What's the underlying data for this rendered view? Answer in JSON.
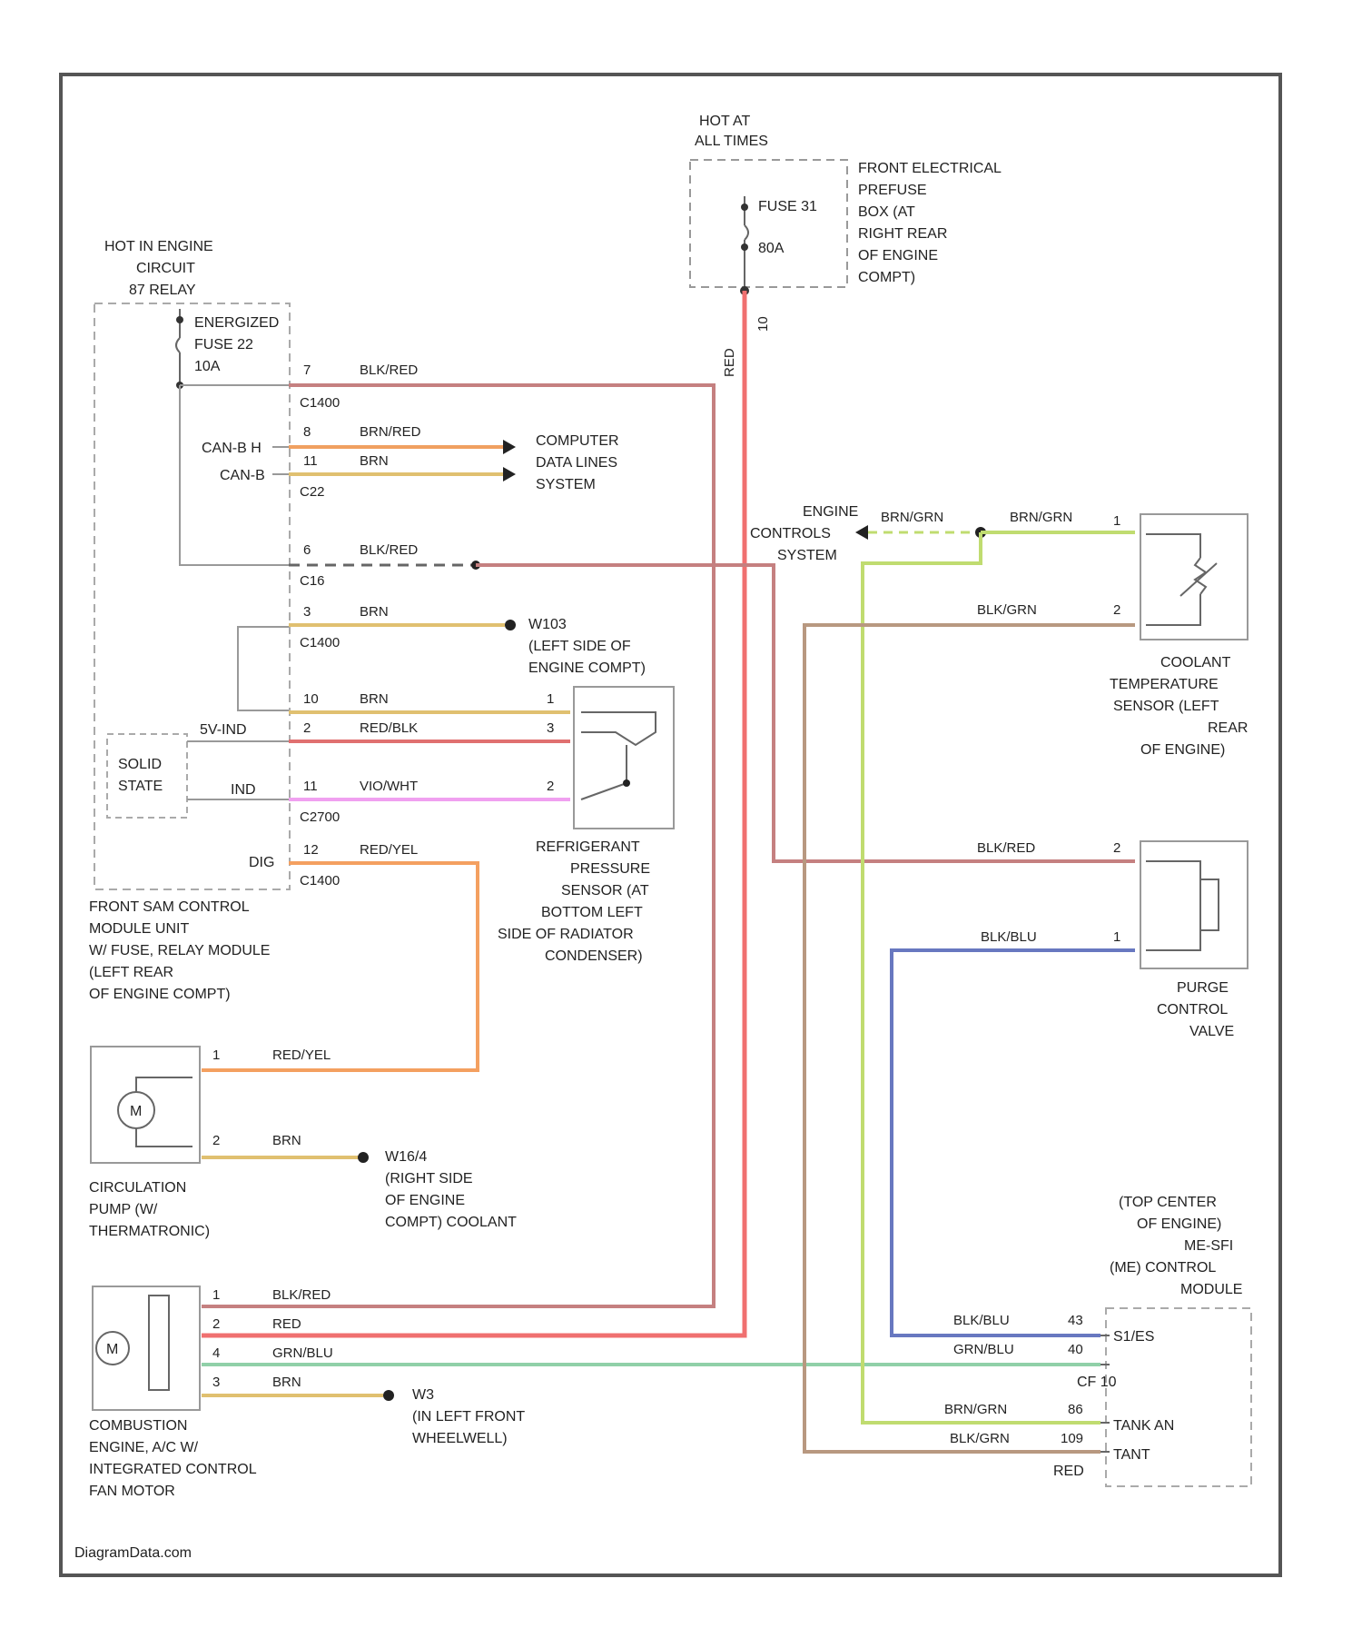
{
  "source": "DiagramData.com",
  "prefuse_box": {
    "hot_label": [
      "HOT AT",
      "ALL TIMES"
    ],
    "fuse": [
      "FUSE 31",
      "80A"
    ],
    "location": [
      "FRONT ELECTRICAL",
      "PREFUSE",
      "BOX (AT",
      "RIGHT REAR",
      "OF ENGINE",
      "COMPT)"
    ],
    "wire_color": "RED",
    "wire_gauge": "10"
  },
  "relay_module": {
    "hot_label": [
      "HOT IN ENGINE",
      "CIRCUIT",
      "87 RELAY"
    ],
    "fuse": [
      "ENERGIZED",
      "FUSE 22",
      "10A"
    ],
    "name": [
      "FRONT SAM CONTROL",
      "MODULE UNIT",
      "W/ FUSE, RELAY MODULE",
      "(LEFT REAR",
      "OF ENGINE COMPT)"
    ],
    "solid_state": [
      "SOLID",
      "STATE"
    ],
    "can_h": "CAN-B H",
    "can_l": "CAN-B",
    "five_v": "5V-IND",
    "ind": "IND",
    "dig": "DIG",
    "connectors": [
      "C1400",
      "C22",
      "C16",
      "C1400",
      "C2700",
      "C1400"
    ]
  },
  "wires": [
    {
      "pin": "7",
      "color": "BLK/RED"
    },
    {
      "pin": "8",
      "color": "BRN/RED"
    },
    {
      "pin": "11",
      "color": "BRN"
    },
    {
      "pin": "6",
      "color": "BLK/RED"
    },
    {
      "pin": "3",
      "color": "BRN"
    },
    {
      "pin": "10",
      "color": "BRN"
    },
    {
      "pin": "2",
      "color": "RED/BLK"
    },
    {
      "pin": "11",
      "color": "VIO/WHT"
    },
    {
      "pin": "12",
      "color": "RED/YEL"
    }
  ],
  "data_lines": [
    "COMPUTER",
    "DATA LINES",
    "SYSTEM"
  ],
  "ground_w103": [
    "W103",
    "(LEFT SIDE OF",
    "ENGINE COMPT)"
  ],
  "refrigerant_sensor": {
    "pins": [
      "1",
      "3",
      "2"
    ],
    "name": [
      "REFRIGERANT",
      "PRESSURE",
      "SENSOR (AT",
      "BOTTOM LEFT",
      "SIDE OF RADIATOR",
      "CONDENSER)"
    ]
  },
  "engine_controls": {
    "label": [
      "ENGINE",
      "CONTROLS",
      "SYSTEM"
    ],
    "wire_left": "BRN/GRN",
    "wire_right": "BRN/GRN"
  },
  "coolant_sensor": {
    "pins": [
      "1",
      "2"
    ],
    "wire2": "BLK/GRN",
    "name": [
      "COOLANT",
      "TEMPERATURE",
      "SENSOR (LEFT",
      "REAR",
      "OF ENGINE)"
    ]
  },
  "purge_valve": {
    "pins": [
      "2",
      "1"
    ],
    "wires": [
      "BLK/RED",
      "BLK/BLU"
    ],
    "name": [
      "PURGE",
      "CONTROL",
      "VALVE"
    ]
  },
  "circulation_pump": {
    "pins": [
      "1",
      "2"
    ],
    "wires": [
      "RED/YEL",
      "BRN"
    ],
    "motor": "M",
    "name": [
      "CIRCULATION",
      "PUMP (W/",
      "THERMATRONIC)"
    ]
  },
  "ground_w16": [
    "W16/4",
    "(RIGHT SIDE",
    "OF ENGINE",
    "COMPT) COOLANT"
  ],
  "fan_motor": {
    "pins": [
      "1",
      "2",
      "4",
      "3"
    ],
    "wires": [
      "BLK/RED",
      "RED",
      "GRN/BLU",
      "BRN"
    ],
    "motor": "M",
    "name": [
      "COMBUSTION",
      "ENGINE, A/C W/",
      "INTEGRATED CONTROL",
      "FAN MOTOR"
    ]
  },
  "ground_w3": [
    "W3",
    "(IN LEFT FRONT",
    "WHEELWELL)"
  ],
  "me_module": {
    "name": [
      "(TOP CENTER",
      "OF ENGINE)",
      "ME-SFI",
      "(ME) CONTROL",
      "MODULE"
    ],
    "rows": [
      {
        "wire": "BLK/BLU",
        "pin": "43",
        "func": "S1/ES"
      },
      {
        "wire": "GRN/BLU",
        "pin": "40",
        "func": "CF 10"
      },
      {
        "wire": "BRN/GRN",
        "pin": "86",
        "func": "TANK AN"
      },
      {
        "wire": "BLK/GRN",
        "pin": "109",
        "func": "TANT"
      }
    ],
    "bottom_label": "RED"
  },
  "colors": {
    "blk_red": "#c58080",
    "red": "#f07070",
    "brn": "#e0c070",
    "brn_red": "#f0a060",
    "red_blk": "#e07070",
    "vio_wht": "#f0a0f0",
    "red_yel": "#f4a060",
    "brn_grn": "#c0dc70",
    "blk_grn": "#b89880",
    "blk_blu": "#6878c0",
    "grn_blu": "#90d0a8",
    "gray_line": "#999999"
  }
}
